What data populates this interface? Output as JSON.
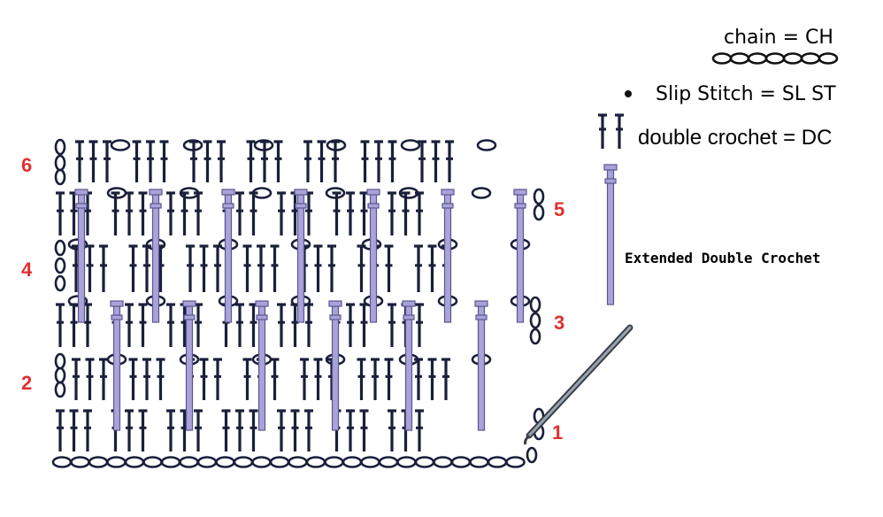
{
  "legend": {
    "chain": "chain = CH",
    "slip_stitch": "Slip Stitch = SL ST",
    "double_crochet": "double crochet = DC",
    "extended_double_crochet": "Extended Double Crochet"
  },
  "row_numbers": {
    "r1": "1",
    "r2": "2",
    "r3": "3",
    "r4": "4",
    "r5": "5",
    "r6": "6"
  },
  "colors": {
    "stitch": "#1a1f3a",
    "extended": "#a9a3d9",
    "extended_outline": "#5a5690",
    "row_number": "#e03030",
    "hook": "#4b5563"
  },
  "icons": [
    "chain-icon",
    "slip-stitch-icon",
    "double-crochet-icon",
    "extended-double-crochet-icon",
    "crochet-hook-icon"
  ]
}
